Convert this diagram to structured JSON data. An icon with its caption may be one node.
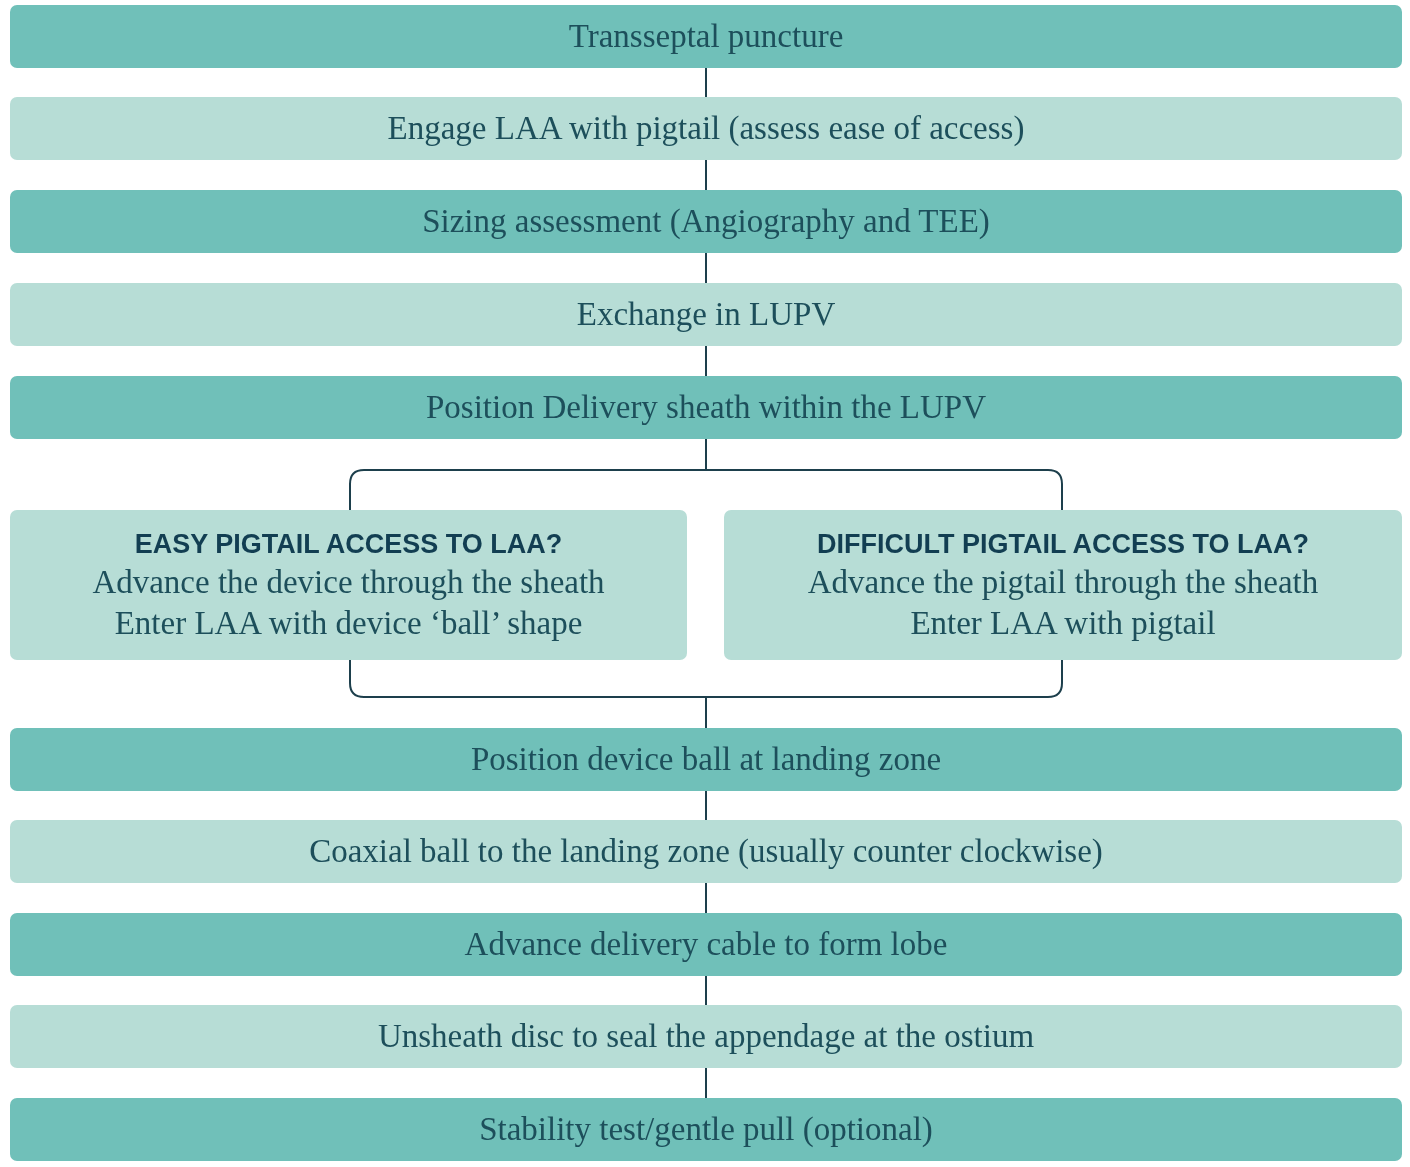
{
  "diagram": {
    "nodes": [
      {
        "text": [
          "Transseptal puncture"
        ]
      },
      {
        "text": [
          "Engage LAA with pigtail (assess ease of access)"
        ]
      },
      {
        "text": [
          "Sizing assessment (Angiography and TEE)"
        ]
      },
      {
        "text": [
          "Exchange in LUPV"
        ]
      },
      {
        "text": [
          "Position Delivery sheath within the LUPV"
        ]
      },
      {
        "text": [
          "EASY PIGTAIL ACCESS TO LAA?",
          "Advance the device through the sheath",
          "Enter LAA with device ‘ball’ shape"
        ]
      },
      {
        "text": [
          "DIFFICULT PIGTAIL ACCESS TO LAA?",
          "Advance the pigtail through the sheath",
          "Enter LAA with pigtail"
        ]
      },
      {
        "text": [
          "Position device ball at landing zone"
        ]
      },
      {
        "text": [
          "Coaxial ball to the landing zone (usually counter clockwise)"
        ]
      },
      {
        "text": [
          "Advance delivery cable to form lobe"
        ]
      },
      {
        "text": [
          "Unsheath disc to seal the appendage at the ostium"
        ]
      },
      {
        "text": [
          "Stability test/gentle pull (optional)"
        ]
      }
    ],
    "edges": [
      {
        "from": 0,
        "to": 1,
        "arrow": "none"
      },
      {
        "from": 1,
        "to": 2,
        "arrow": "none"
      },
      {
        "from": 2,
        "to": 3,
        "arrow": "none"
      },
      {
        "from": 3,
        "to": 4,
        "arrow": "none"
      },
      {
        "from": 4,
        "to": 5,
        "arrow": "none"
      },
      {
        "from": 4,
        "to": 6,
        "arrow": "none"
      },
      {
        "from": 5,
        "to": 7,
        "arrow": "none"
      },
      {
        "from": 6,
        "to": 7,
        "arrow": "none"
      },
      {
        "from": 7,
        "to": 8,
        "arrow": "none"
      },
      {
        "from": 8,
        "to": 9,
        "arrow": "none"
      },
      {
        "from": 9,
        "to": 10,
        "arrow": "none"
      },
      {
        "from": 10,
        "to": 11,
        "arrow": "none"
      }
    ]
  }
}
